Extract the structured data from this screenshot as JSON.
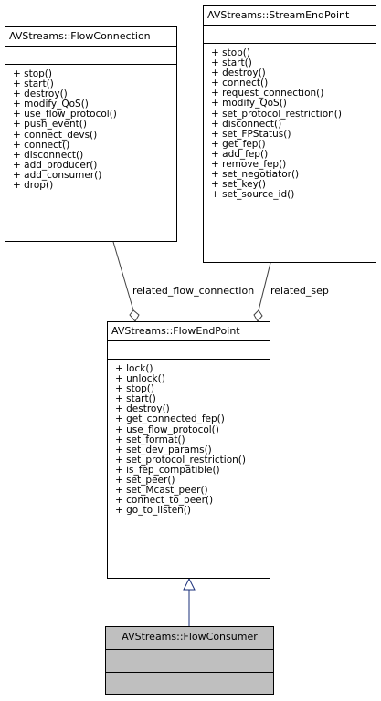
{
  "classes": {
    "flow_connection": {
      "name": "AVStreams::FlowConnection",
      "operations": [
        "+ stop()",
        "+ start()",
        "+ destroy()",
        "+ modify_QoS()",
        "+ use_flow_protocol()",
        "+ push_event()",
        "+ connect_devs()",
        "+ connect()",
        "+ disconnect()",
        "+ add_producer()",
        "+ add_consumer()",
        "+ drop()"
      ]
    },
    "stream_end_point": {
      "name": "AVStreams::StreamEndPoint",
      "operations": [
        "+ stop()",
        "+ start()",
        "+ destroy()",
        "+ connect()",
        "+ request_connection()",
        "+ modify_QoS()",
        "+ set_protocol_restriction()",
        "+ disconnect()",
        "+ set_FPStatus()",
        "+ get_fep()",
        "+ add_fep()",
        "+ remove_fep()",
        "+ set_negotiator()",
        "+ set_key()",
        "+ set_source_id()"
      ]
    },
    "flow_end_point": {
      "name": "AVStreams::FlowEndPoint",
      "operations": [
        "+ lock()",
        "+ unlock()",
        "+ stop()",
        "+ start()",
        "+ destroy()",
        "+ get_connected_fep()",
        "+ use_flow_protocol()",
        "+ set_format()",
        "+ set_dev_params()",
        "+ set_protocol_restriction()",
        "+ is_fep_compatible()",
        "+ set_peer()",
        "+ set_Mcast_peer()",
        "+ connect_to_peer()",
        "+ go_to_listen()"
      ]
    },
    "flow_consumer": {
      "name": "AVStreams::FlowConsumer",
      "operations": []
    }
  },
  "relations": {
    "related_flow_connection": "related_flow_connection",
    "related_sep": "related_sep"
  },
  "colors": {
    "highlight_fill": "#bfbfbf",
    "inheritance_edge": "#1a2f7a",
    "association_edge": "#404040"
  }
}
